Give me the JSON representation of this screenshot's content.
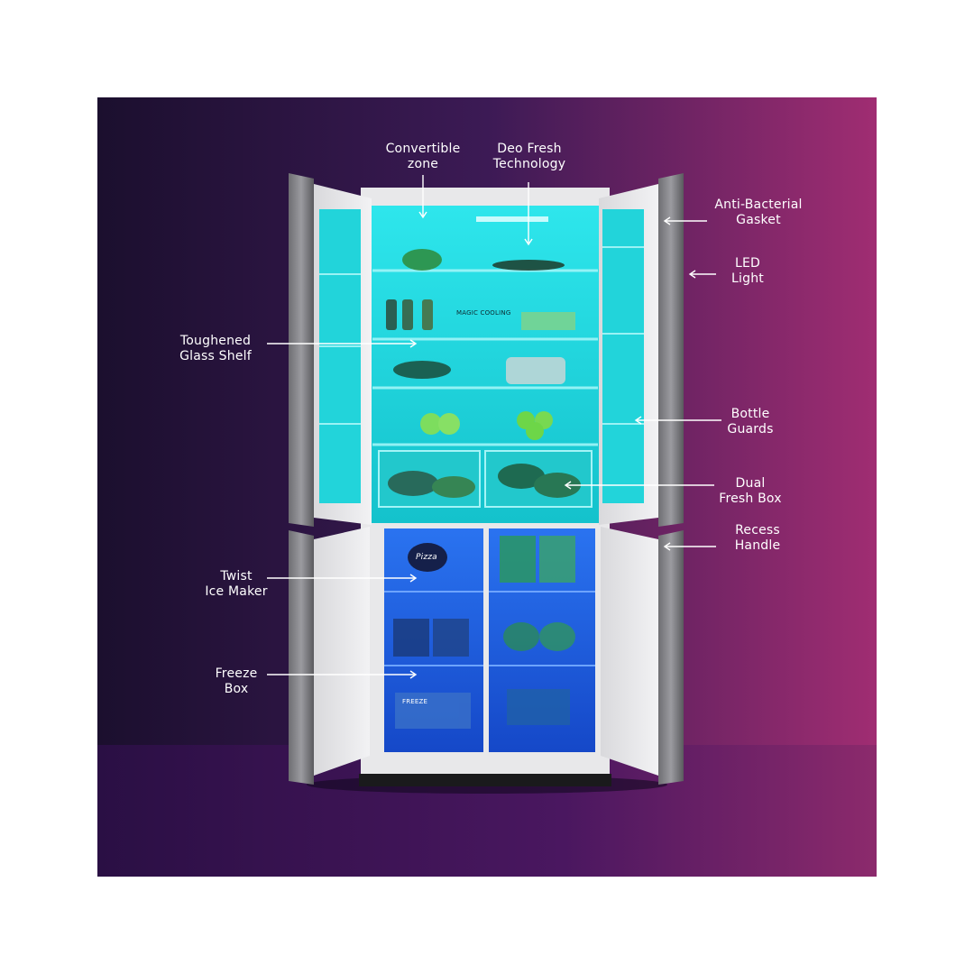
{
  "background": {
    "color_dark": "#1b0f2e",
    "color_mid": "#4a1a5c",
    "color_bright": "#a02d72",
    "floor": "#3a1450"
  },
  "zones": {
    "fridge": "#19d6dc",
    "freezer": "#1c5fe0"
  },
  "shelf_items": {
    "magic_cooling": "MAGIC COOLING",
    "pizza": "Pizza",
    "freeze_box_tag": "FREEZE"
  },
  "labels": {
    "convertible_zone": {
      "line1": "Convertible",
      "line2": "zone"
    },
    "deo_fresh": {
      "line1": "Deo Fresh",
      "line2": "Technology"
    },
    "anti_bacterial": {
      "line1": "Anti-Bacterial",
      "line2": "Gasket"
    },
    "led_light": {
      "line1": "LED",
      "line2": "Light"
    },
    "toughened_glass": {
      "line1": "Toughened",
      "line2": "Glass Shelf"
    },
    "bottle_guards": {
      "line1": "Bottle",
      "line2": "Guards"
    },
    "dual_fresh_box": {
      "line1": "Dual",
      "line2": "Fresh Box"
    },
    "recess_handle": {
      "line1": "Recess",
      "line2": "Handle"
    },
    "twist_ice_maker": {
      "line1": "Twist",
      "line2": "Ice Maker"
    },
    "freeze_box": {
      "line1": "Freeze",
      "line2": "Box"
    }
  }
}
